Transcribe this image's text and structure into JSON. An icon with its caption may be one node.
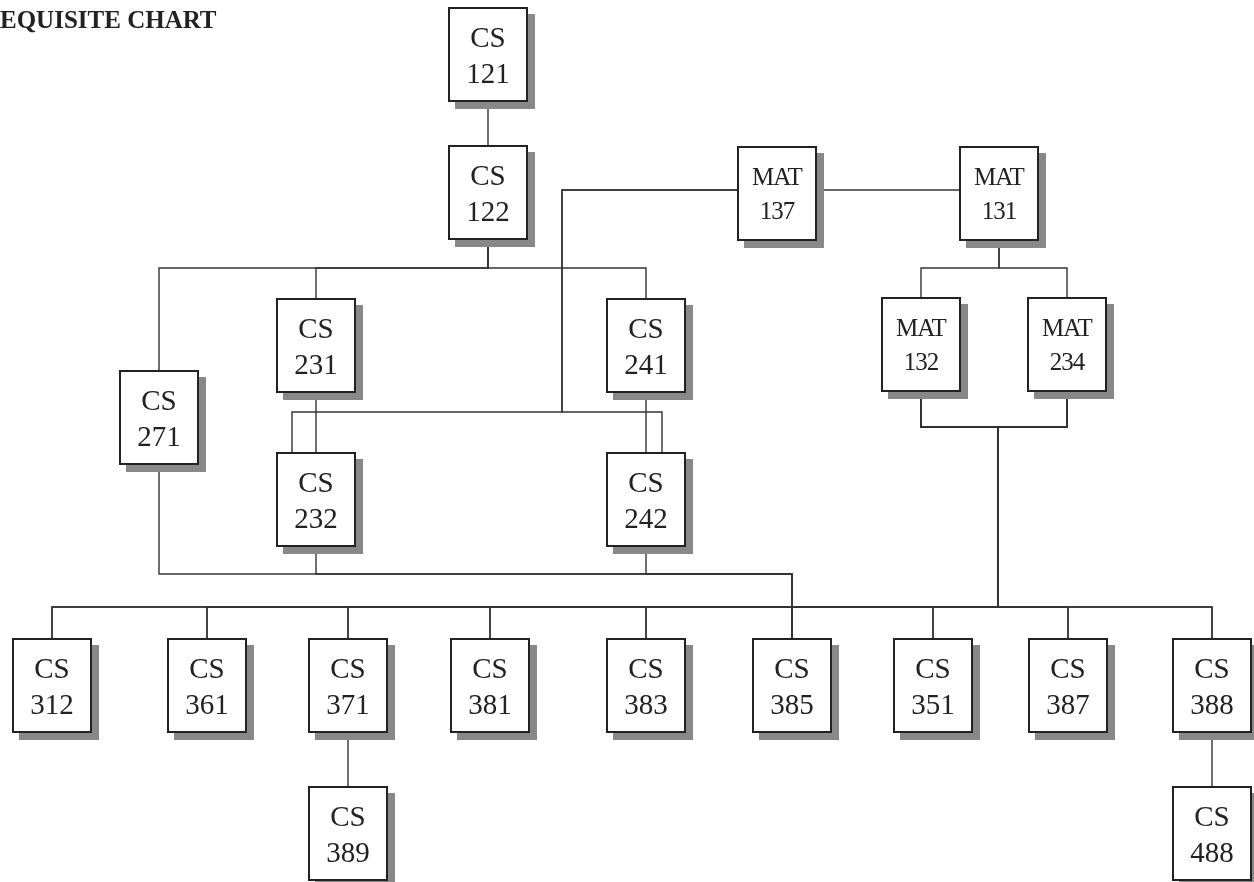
{
  "diagram": {
    "title": "EQUISITE CHART",
    "nodes": [
      {
        "text": [
          "CS 121"
        ]
      },
      {
        "text": [
          "CS 122"
        ]
      },
      {
        "text": [
          "MAT 137"
        ]
      },
      {
        "text": [
          "MAT 131"
        ]
      },
      {
        "text": [
          "CS 231"
        ]
      },
      {
        "text": [
          "CS 241"
        ]
      },
      {
        "text": [
          "MAT 132"
        ]
      },
      {
        "text": [
          "MAT 234"
        ]
      },
      {
        "text": [
          "CS 271"
        ]
      },
      {
        "text": [
          "CS 232"
        ]
      },
      {
        "text": [
          "CS 242"
        ]
      },
      {
        "text": [
          "CS 312"
        ]
      },
      {
        "text": [
          "CS 361"
        ]
      },
      {
        "text": [
          "CS 371"
        ]
      },
      {
        "text": [
          "CS 381"
        ]
      },
      {
        "text": [
          "CS 383"
        ]
      },
      {
        "text": [
          "CS 385"
        ]
      },
      {
        "text": [
          "CS 351"
        ]
      },
      {
        "text": [
          "CS 387"
        ]
      },
      {
        "text": [
          "CS 388"
        ]
      },
      {
        "text": [
          "CS 389"
        ]
      },
      {
        "text": [
          "CS 488"
        ]
      }
    ],
    "edges": [
      {
        "from": 0,
        "to": 1,
        "arrow": "none"
      },
      {
        "from": 1,
        "to": 8,
        "arrow": "none"
      },
      {
        "from": 1,
        "to": 4,
        "arrow": "none"
      },
      {
        "from": 1,
        "to": 5,
        "arrow": "none"
      },
      {
        "from": 2,
        "to": 3,
        "arrow": "none"
      },
      {
        "from": 2,
        "to": 9,
        "arrow": "none"
      },
      {
        "from": 2,
        "to": 10,
        "arrow": "none"
      },
      {
        "from": 3,
        "to": 6,
        "arrow": "none"
      },
      {
        "from": 3,
        "to": 7,
        "arrow": "none"
      },
      {
        "from": 4,
        "to": 9,
        "arrow": "none"
      },
      {
        "from": 5,
        "to": 10,
        "arrow": "none"
      },
      {
        "from": 8,
        "to": 16,
        "arrow": "none"
      },
      {
        "from": 9,
        "to": 16,
        "arrow": "none"
      },
      {
        "from": 10,
        "to": 16,
        "arrow": "none"
      },
      {
        "from": 6,
        "to": 11,
        "arrow": "none"
      },
      {
        "from": 6,
        "to": 12,
        "arrow": "none"
      },
      {
        "from": 6,
        "to": 13,
        "arrow": "none"
      },
      {
        "from": 6,
        "to": 14,
        "arrow": "none"
      },
      {
        "from": 6,
        "to": 15,
        "arrow": "none"
      },
      {
        "from": 6,
        "to": 16,
        "arrow": "none"
      },
      {
        "from": 6,
        "to": 17,
        "arrow": "none"
      },
      {
        "from": 6,
        "to": 18,
        "arrow": "none"
      },
      {
        "from": 6,
        "to": 19,
        "arrow": "none"
      },
      {
        "from": 7,
        "to": 11,
        "arrow": "none"
      },
      {
        "from": 7,
        "to": 12,
        "arrow": "none"
      },
      {
        "from": 7,
        "to": 13,
        "arrow": "none"
      },
      {
        "from": 7,
        "to": 14,
        "arrow": "none"
      },
      {
        "from": 7,
        "to": 15,
        "arrow": "none"
      },
      {
        "from": 7,
        "to": 16,
        "arrow": "none"
      },
      {
        "from": 7,
        "to": 17,
        "arrow": "none"
      },
      {
        "from": 7,
        "to": 18,
        "arrow": "none"
      },
      {
        "from": 7,
        "to": 19,
        "arrow": "none"
      },
      {
        "from": 13,
        "to": 20,
        "arrow": "none"
      },
      {
        "from": 19,
        "to": 21,
        "arrow": "none"
      }
    ]
  }
}
